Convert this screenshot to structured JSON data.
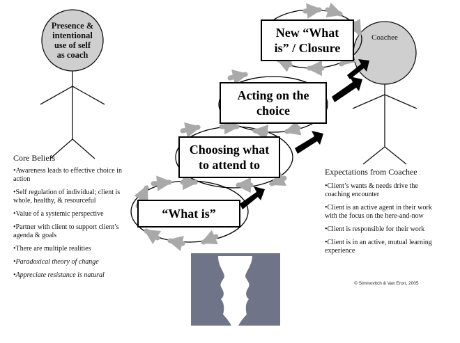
{
  "coach": {
    "head_label": [
      "Presence &",
      "intentional",
      "use of self",
      "as coach"
    ]
  },
  "coachee": {
    "head_label": "Coachee"
  },
  "stages": [
    {
      "lines": [
        "“What is”"
      ]
    },
    {
      "lines": [
        "Choosing what",
        "to attend to"
      ]
    },
    {
      "lines": [
        "Acting on the",
        "choice"
      ]
    },
    {
      "lines": [
        "New “What",
        "is” / Closure"
      ]
    }
  ],
  "core_beliefs": {
    "title": "Core Beliefs",
    "items": [
      {
        "text": "•Awareness leads to effective choice in action",
        "italic": false
      },
      {
        "text": "•Self regulation of individual; client is whole, healthy, & resourceful",
        "italic": false
      },
      {
        "text": "•Value of a systemic perspective",
        "italic": false
      },
      {
        "text": "•Partner with client to support client’s agenda & goals",
        "italic": false
      },
      {
        "text": "•There are multiple realities",
        "italic": false
      },
      {
        "text": "•Paradoxical theory of change",
        "italic": true
      },
      {
        "text": "•Appreciate resistance is natural",
        "italic": true
      }
    ]
  },
  "expectations": {
    "title": "Expectations from Coachee",
    "items": [
      {
        "text": "•Client’s wants & needs drive the coaching encounter"
      },
      {
        "text": "•Client is an active agent in their work with the focus on the here-and-now"
      },
      {
        "text": "•Client is responsible for their work"
      },
      {
        "text": "•Client is in an active, mutual learning experience"
      }
    ]
  },
  "credit": "© Siminovitch & Van Eron, 2005",
  "colors": {
    "head_fill": "#cfcfcf",
    "arrow_gray": "#a9a9a9",
    "arrow_black": "#000000",
    "vase_bg": "#6f7488",
    "vase_fg": "#ffffff"
  }
}
